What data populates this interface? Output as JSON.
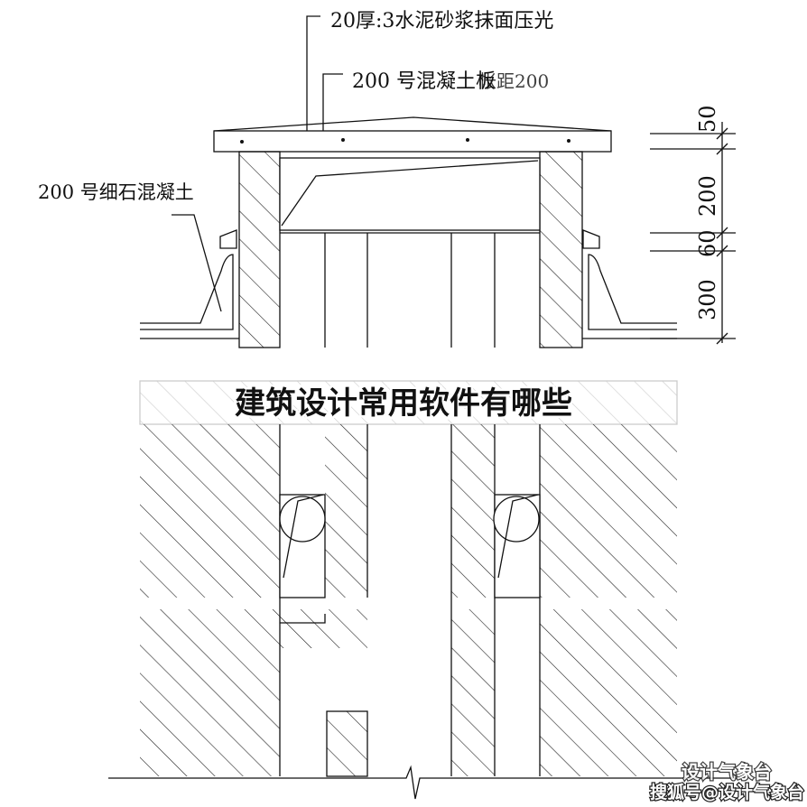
{
  "labels": {
    "top_finish": "20厚:3水泥砂浆抹面压光",
    "slab": "200 号混凝土板",
    "slab_overlap": "帐距200",
    "fine_concrete": "200 号细石混凝土"
  },
  "dimensions": [
    "50",
    "200",
    "60",
    "300"
  ],
  "title": "建筑设计常用软件有哪些",
  "watermark": {
    "account": "设计气象台",
    "source": "搜狐号@设计气象台"
  }
}
